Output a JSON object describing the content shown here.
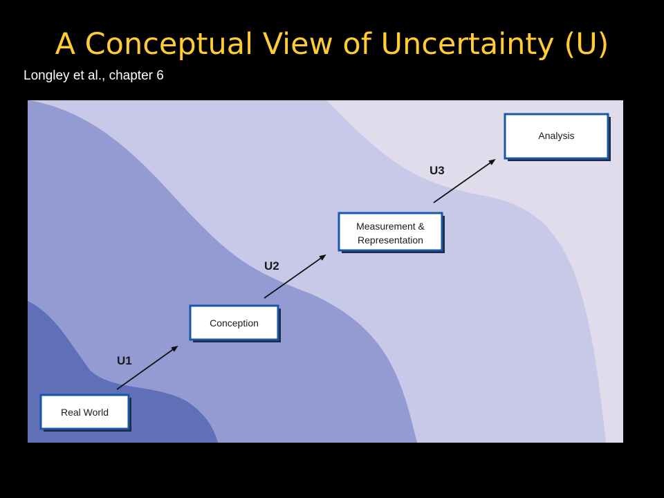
{
  "slide": {
    "title": "A Conceptual View of Uncertainty (U)",
    "subtitle": "Longley et al., chapter 6"
  },
  "diagram": {
    "colors": {
      "band_1": "#6070b8",
      "band_2": "#939bd2",
      "band_3": "#c8c9e8",
      "band_4": "#e0dcec",
      "box_border": "#1a56a6",
      "box_shadow": "#1f2b45",
      "arrow": "#111111"
    },
    "stages": [
      {
        "id": "real-world",
        "label_lines": [
          "Real World"
        ]
      },
      {
        "id": "conception",
        "label_lines": [
          "Conception"
        ]
      },
      {
        "id": "measurement-representation",
        "label_lines": [
          "Measurement &",
          "Representation"
        ]
      },
      {
        "id": "analysis",
        "label_lines": [
          "Analysis"
        ]
      }
    ],
    "uncertainties": [
      {
        "id": "u1",
        "label": "U1"
      },
      {
        "id": "u2",
        "label": "U2"
      },
      {
        "id": "u3",
        "label": "U3"
      }
    ]
  }
}
